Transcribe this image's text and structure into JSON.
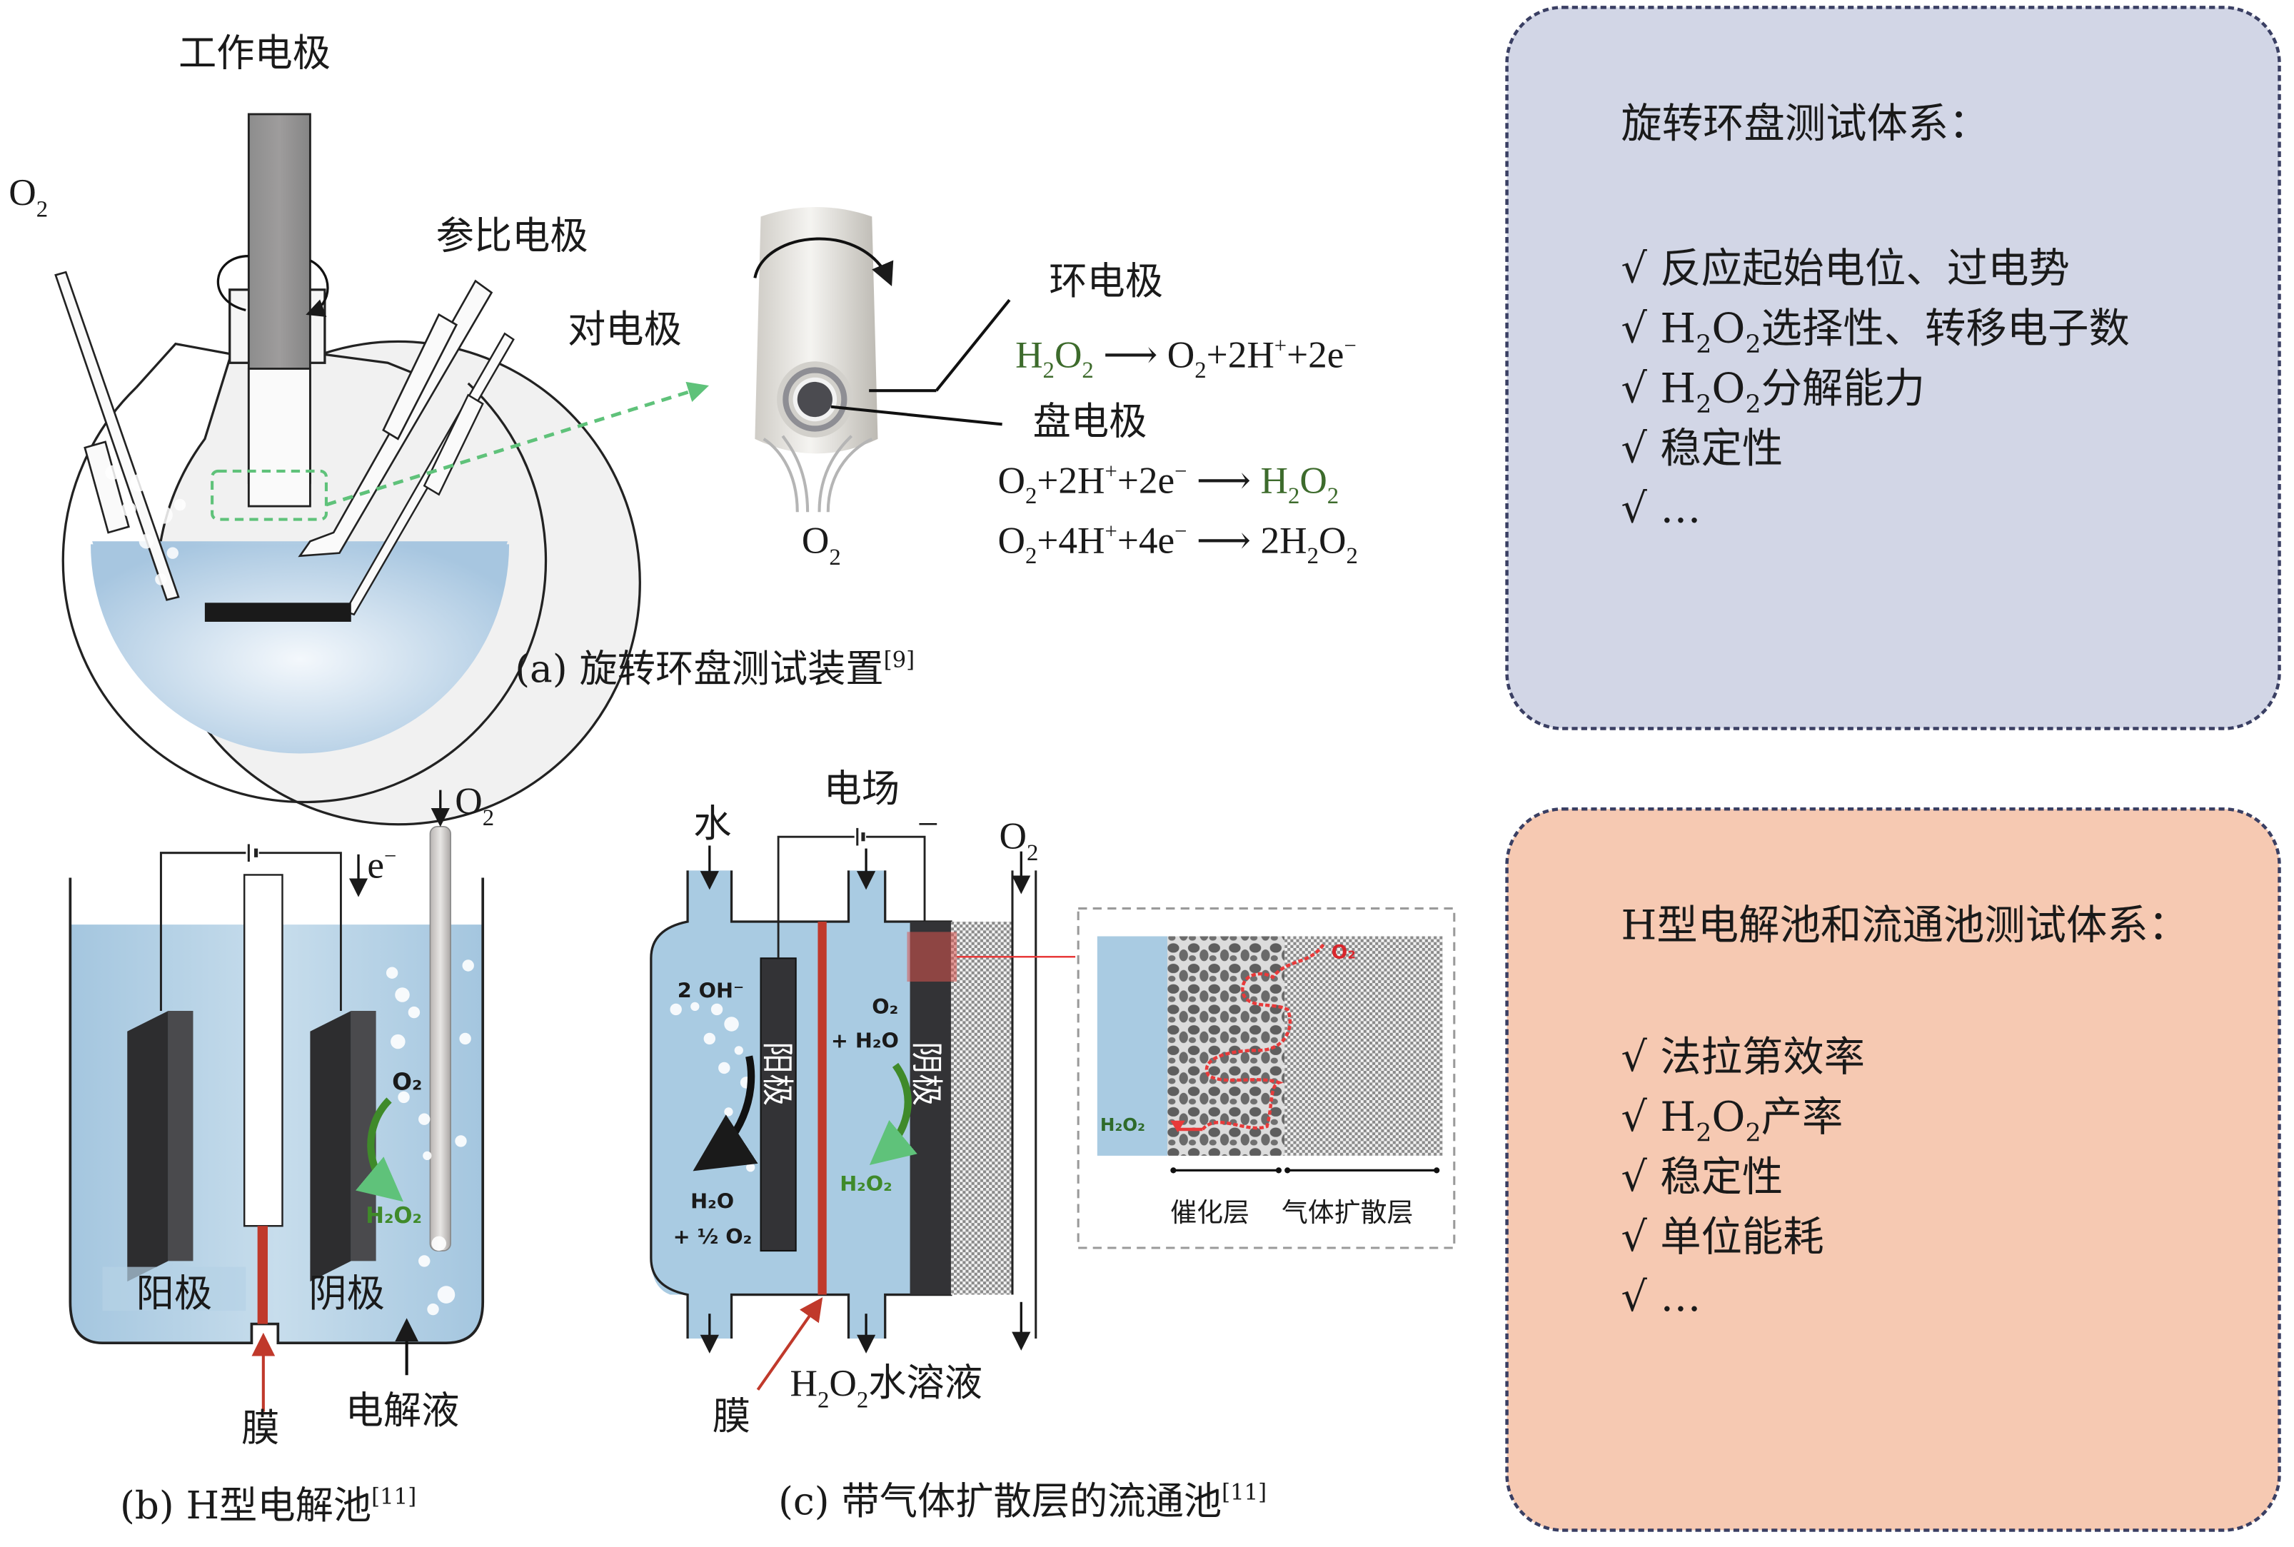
{
  "figure": {
    "panel_a": {
      "caption": "(a) 旋转环盘测试装置",
      "caption_ref": "[9]",
      "labels": {
        "working_electrode": "工作电极",
        "reference_electrode": "参比电极",
        "counter_electrode": "对电极",
        "o2_inlet": "O",
        "o2_inlet_sub": "2",
        "ring_electrode": "环电极",
        "disk_electrode": "盘电极",
        "o2_flow": "O",
        "o2_flow_sub": "2"
      },
      "equations": [
        {
          "id": "ring",
          "parts": [
            {
              "t": "H",
              "c": "green"
            },
            {
              "t": "2",
              "c": "green",
              "s": "sub"
            },
            {
              "t": "O",
              "c": "green"
            },
            {
              "t": "2",
              "c": "green",
              "s": "sub"
            },
            {
              "t": "⟶",
              "c": "black"
            },
            {
              "t": "O",
              "c": "black"
            },
            {
              "t": "2",
              "c": "black",
              "s": "sub"
            },
            {
              "t": "+2H",
              "c": "black"
            },
            {
              "t": "+",
              "c": "black",
              "s": "sup"
            },
            {
              "t": "+2e",
              "c": "black"
            },
            {
              "t": "−",
              "c": "black",
              "s": "sup"
            }
          ]
        },
        {
          "id": "disk_2e",
          "parts": [
            {
              "t": "O",
              "c": "black"
            },
            {
              "t": "2",
              "c": "black",
              "s": "sub"
            },
            {
              "t": "+2H",
              "c": "black"
            },
            {
              "t": "+",
              "c": "black",
              "s": "sup"
            },
            {
              "t": "+2e",
              "c": "black"
            },
            {
              "t": "−",
              "c": "black",
              "s": "sup"
            },
            {
              "t": "⟶",
              "c": "black"
            },
            {
              "t": "H",
              "c": "green"
            },
            {
              "t": "2",
              "c": "green",
              "s": "sub"
            },
            {
              "t": "O",
              "c": "green"
            },
            {
              "t": "2",
              "c": "green",
              "s": "sub"
            }
          ]
        },
        {
          "id": "disk_4e",
          "parts": [
            {
              "t": "O",
              "c": "black"
            },
            {
              "t": "2",
              "c": "black",
              "s": "sub"
            },
            {
              "t": "+4H",
              "c": "black"
            },
            {
              "t": "+",
              "c": "black",
              "s": "sup"
            },
            {
              "t": "+4e",
              "c": "black"
            },
            {
              "t": "−",
              "c": "black",
              "s": "sup"
            },
            {
              "t": "⟶",
              "c": "black"
            },
            {
              "t": "2H",
              "c": "black"
            },
            {
              "t": "2",
              "c": "black",
              "s": "sub"
            },
            {
              "t": "O",
              "c": "black"
            },
            {
              "t": "2",
              "c": "black",
              "s": "sub"
            }
          ]
        }
      ]
    },
    "panel_b": {
      "caption": "(b) H型电解池",
      "caption_ref": "[11]",
      "labels": {
        "o2": "O",
        "o2_sub": "2",
        "electron": "e",
        "electron_sup": "−",
        "anode": "阳极",
        "cathode": "阴极",
        "membrane": "膜",
        "electrolyte": "电解液",
        "o2_bubble": "O₂",
        "h2o2_product": "H₂O₂"
      }
    },
    "panel_c": {
      "caption": "(c) 带气体扩散层的流通池",
      "caption_ref": "[11]",
      "labels": {
        "water": "水",
        "electric_field": "电场",
        "minus": "−",
        "o2": "O",
        "o2_sub": "2",
        "anode_vertical": "阳极",
        "cathode_vertical": "阴极",
        "anode_reactant": "2 OH⁻",
        "anode_product_1": "H₂O",
        "anode_product_2": "+ ½ O₂",
        "cathode_reactant_1": "O₂",
        "cathode_reactant_2": "+ H₂O",
        "cathode_product": "H₂O₂",
        "membrane": "膜",
        "h2o2_solution_h": "H",
        "h2o2_solution_sub1": "2",
        "h2o2_solution_o": "O",
        "h2o2_solution_sub2": "2",
        "h2o2_solution_rest": "水溶液",
        "inset_o2": "O₂",
        "inset_h2o2": "H₂O₂",
        "catalyst_layer": "催化层",
        "gas_diffusion_layer": "气体扩散层"
      }
    },
    "box_rrde": {
      "title": "旋转环盘测试体系：",
      "bullet": "√",
      "items": [
        {
          "pre": "",
          "text": "反应起始电位、过电势"
        },
        {
          "pre": "H2O2",
          "text": "选择性、转移电子数"
        },
        {
          "pre": "H2O2",
          "text": "分解能力"
        },
        {
          "pre": "",
          "text": "稳定性"
        },
        {
          "pre": "",
          "text": "…"
        }
      ],
      "bg_color": "#d2d6e6",
      "border_color": "#3a3f63"
    },
    "box_hcell": {
      "title": "H型电解池和流通池测试体系：",
      "bullet": "√",
      "items": [
        {
          "pre": "",
          "text": "法拉第效率"
        },
        {
          "pre": "H2O2",
          "text": "产率"
        },
        {
          "pre": "",
          "text": "稳定性"
        },
        {
          "pre": "",
          "text": "单位能耗"
        },
        {
          "pre": "",
          "text": "…"
        }
      ],
      "bg_color": "#f6c9b2",
      "border_color": "#3a3f63"
    },
    "colors": {
      "electrolyte_blue": "#a9cbe2",
      "electrode_dark": "#3b3b3d",
      "membrane_red": "#c0392b",
      "arrow_green": "#3f8a2a",
      "dashed_green": "#5fc27a",
      "h2o2_green": "#3d6b2c",
      "inset_red": "#e83a3a"
    }
  }
}
